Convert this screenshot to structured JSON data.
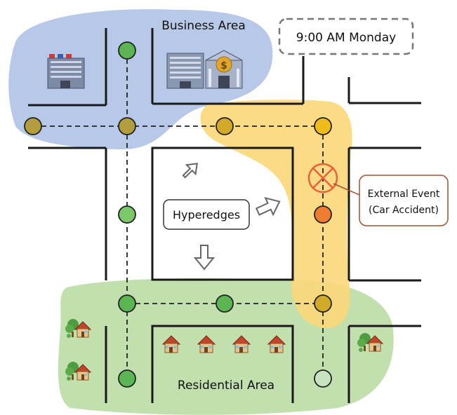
{
  "labels": {
    "business_area": "Business Area",
    "residential_area": "Residential Area",
    "time": "9:00 AM Monday",
    "hyperedges": "Hyperedges",
    "event_line1": "External Event",
    "event_line2": "(Car Accident)"
  },
  "colors": {
    "business_blob": "#9fb6e0",
    "residential_blob": "#b7d9a0",
    "hyperedge_blob": "#fcd77a",
    "node_green": "#5ab552",
    "node_olive": "#b39d3e",
    "node_yellow": "#efbc1a",
    "node_orange": "#ef7d31",
    "node_lightgreen": "#7bc86a",
    "accident_red": "#e8623a",
    "event_border": "#a0522d"
  },
  "icons": [
    "office-building-icon",
    "bank-icon",
    "house-icon"
  ]
}
